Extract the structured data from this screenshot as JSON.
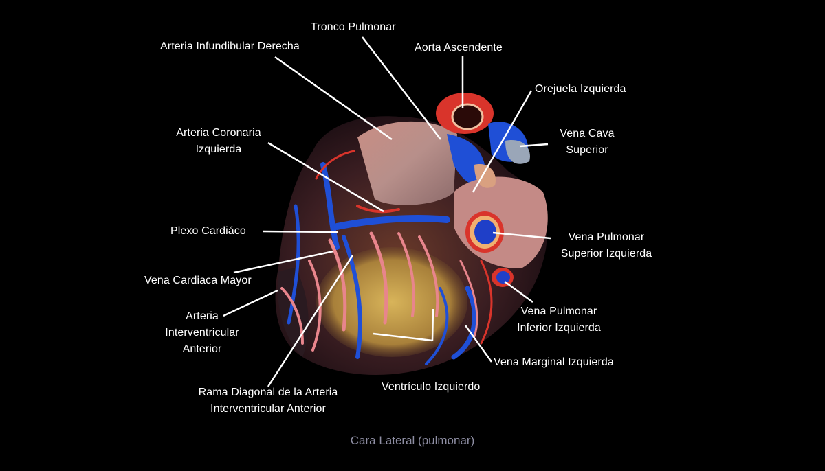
{
  "labels": {
    "tronco_pulmonar": "Tronco Pulmonar",
    "aorta_ascendente": "Aorta Ascendente",
    "arteria_infundibular_derecha": "Arteria Infundibular Derecha",
    "orejuela_izquierda": "Orejuela Izquierda",
    "vena_cava_superior": [
      "Vena Cava",
      "Superior"
    ],
    "arteria_coronaria_izquierda": [
      "Arteria Coronaria",
      "Izquierda"
    ],
    "plexo_cardiaco": "Plexo Cardiáco",
    "vena_pulmonar_superior_izquierda": [
      "Vena Pulmonar",
      "Superior Izquierda"
    ],
    "vena_cardiaca_mayor": "Vena Cardiaca Mayor",
    "vena_pulmonar_inferior_izquierda": [
      "Vena  Pulmonar",
      "Inferior Izquierda"
    ],
    "arteria_interventricular_anterior": [
      "Arteria",
      "Interventricular",
      "Anterior"
    ],
    "vena_marginal_izquierda": "Vena Marginal Izquierda",
    "ventriculo_izquierdo": "Ventrículo Izquierdo",
    "rama_diagonal": [
      "Rama Diagonal de la Arteria",
      "Interventricular Anterior"
    ]
  },
  "caption": "Cara Lateral (pulmonar)",
  "colors": {
    "background": "#000000",
    "label_text": "#ffffff",
    "leader_line": "#ffffff",
    "caption_text": "#8e8ea3",
    "artery_red": "#d9342b",
    "vein_blue": "#1f4fd6",
    "myocardium_tan": "#c9a24a",
    "vessel_pink": "#e8858c"
  }
}
